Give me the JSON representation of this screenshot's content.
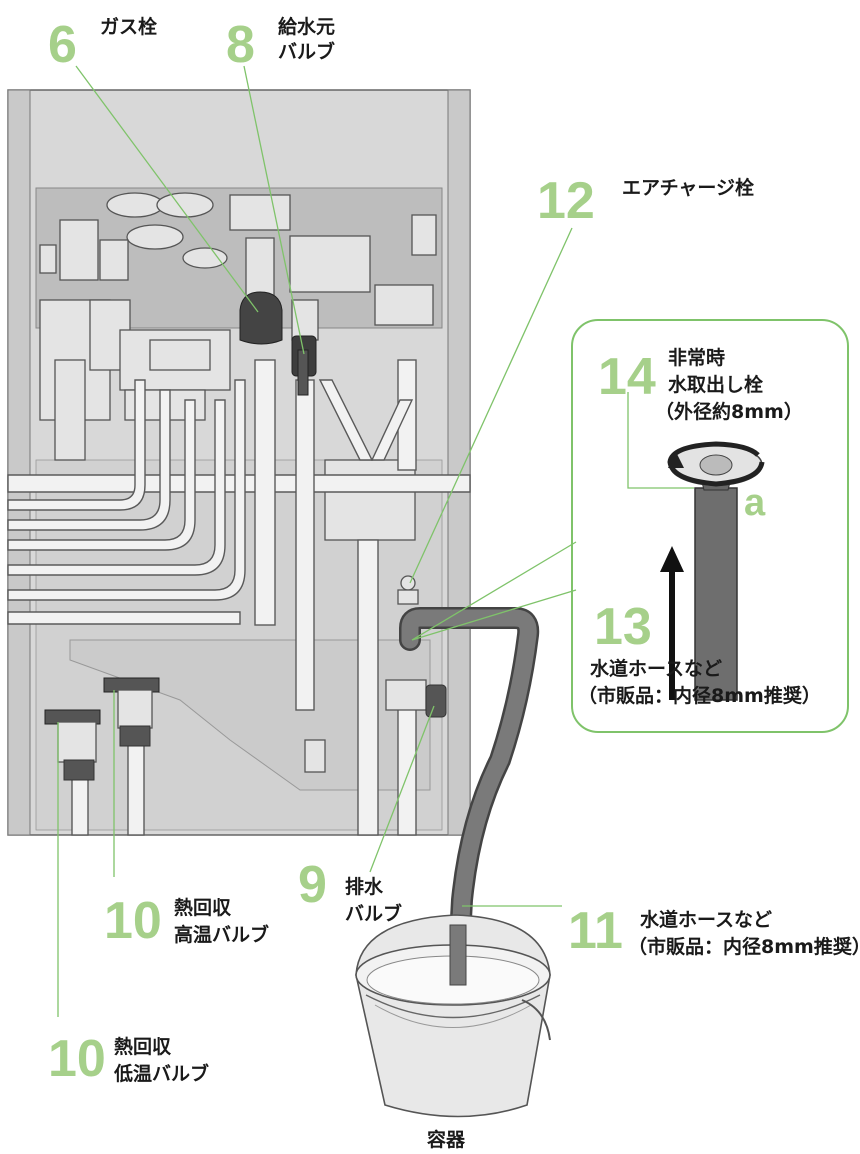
{
  "labels": {
    "gas_cock": {
      "num": "6",
      "text": "ガス栓"
    },
    "supply_valve": {
      "num": "8",
      "line1": "給水元",
      "line2": "バルブ"
    },
    "air_charge": {
      "num": "12",
      "text": "エアチャージ栓"
    },
    "emergency_tap": {
      "num": "14",
      "line1": "非常時",
      "line2": "水取出し栓",
      "line3": "（外径約8mm）"
    },
    "hose_in": {
      "num": "13",
      "line1": "水道ホースなど",
      "line2": "（市販品：内径8mm推奨）"
    },
    "rotate_mark": "a",
    "drain_valve": {
      "num": "9",
      "line1": "排水",
      "line2": "バルブ"
    },
    "hose_out": {
      "num": "11",
      "line1": "水道ホースなど",
      "line2": "（市販品：内径8mm推奨）"
    },
    "heat_high": {
      "num": "10",
      "line1": "熱回収",
      "line2": "高温バルブ"
    },
    "heat_low": {
      "num": "10",
      "line1": "熱回収",
      "line2": "低温バルブ"
    },
    "container": "容器"
  },
  "colors": {
    "accent_green": "#a6d08a",
    "leader_green": "#7fc36a",
    "cabinet_gray": "#d6d6d6",
    "hose_gray": "#6e6e6e"
  }
}
